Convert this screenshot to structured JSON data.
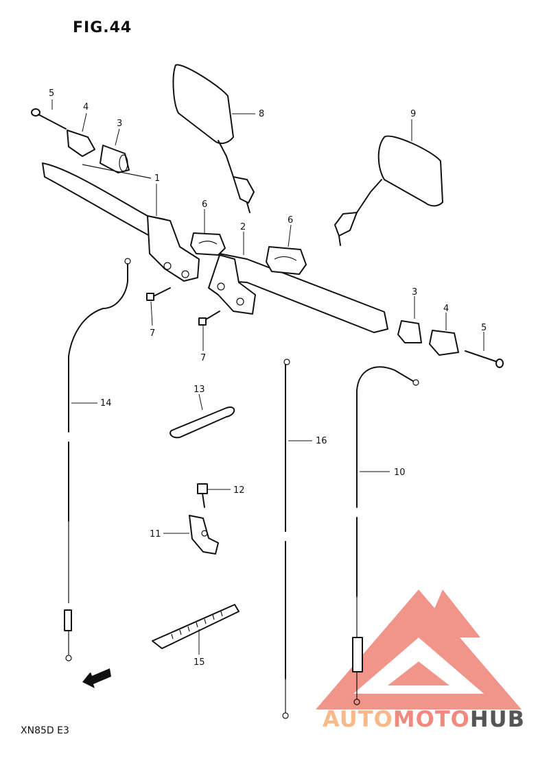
{
  "figure_title": "FIG.44",
  "model_code": "XN85D E3",
  "direction_marker": "FWD",
  "callouts": {
    "c1": "1",
    "c2": "2",
    "c3a": "3",
    "c3b": "3",
    "c4a": "4",
    "c4b": "4",
    "c5a": "5",
    "c5b": "5",
    "c6a": "6",
    "c6b": "6",
    "c7a": "7",
    "c7b": "7",
    "c8": "8",
    "c9": "9",
    "c10": "10",
    "c11": "11",
    "c12": "12",
    "c13": "13",
    "c14": "14",
    "c15": "15",
    "c16": "16"
  },
  "watermark": {
    "part1": "AUTO",
    "part2": "MOTO",
    "part3": "HUB",
    "colors": {
      "primary": "#f08a7e",
      "secondary": "#f5b98a",
      "dark": "#555555"
    }
  }
}
